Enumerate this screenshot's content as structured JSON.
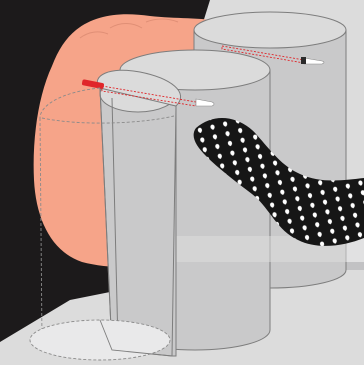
{
  "figure": {
    "palette": {
      "background": "#1c1a1b",
      "backdrop": "#dcdcdc",
      "surface": "#e7e7e8",
      "organ": "#f6a489",
      "cylinder_top": "#dbdbdb",
      "cylinder_side": "#c9c9ca",
      "cylinder_edge": "#7d7d7d",
      "probe_red": "#e0262a",
      "probe_white": "#ffffff",
      "outline_dashed": "#8a8a8a",
      "mesh": "#161616"
    },
    "components": [
      "organ-outline",
      "front-cylinder-core",
      "middle-cylinder-core",
      "back-cylinder-core",
      "needle-probe",
      "perforated-tissue-strip",
      "wedge-sample"
    ]
  }
}
